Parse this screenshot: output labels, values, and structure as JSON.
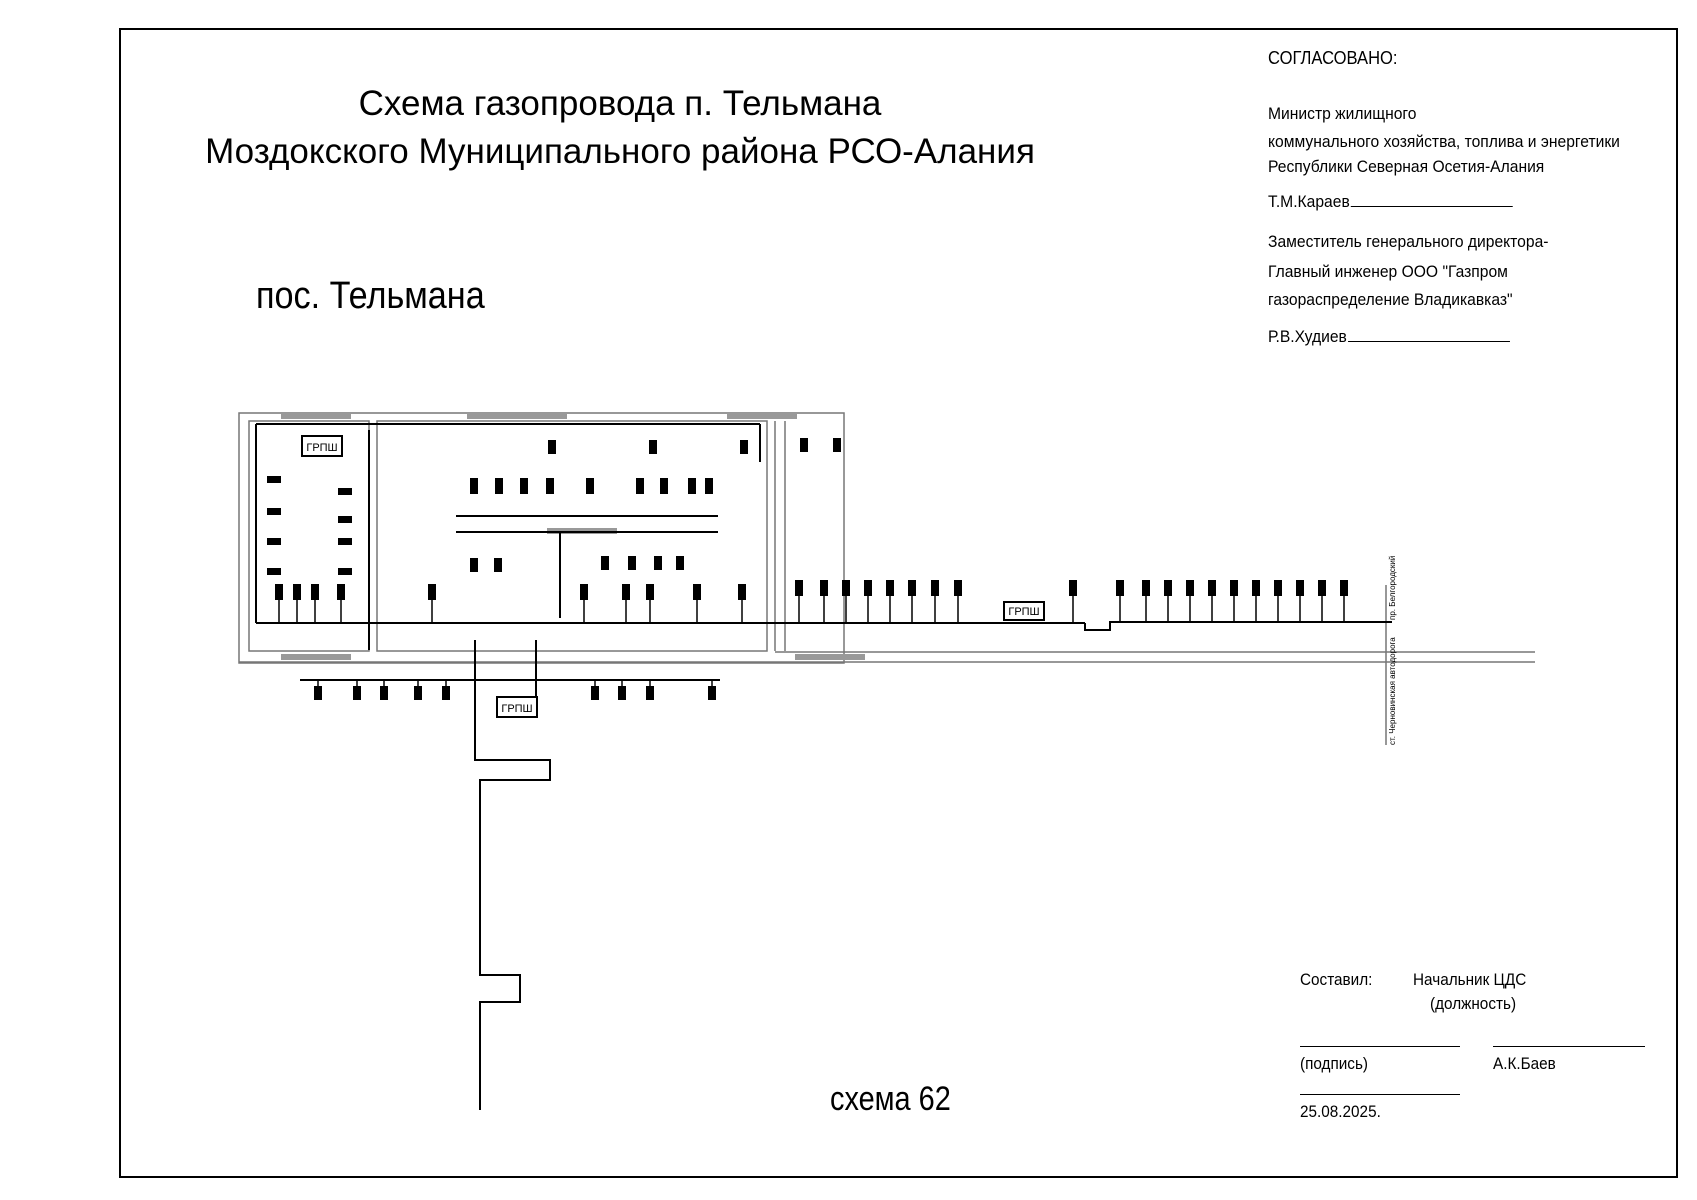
{
  "title": {
    "line1": "Схема газопровода п. Тельмана",
    "line2": "Моздокского Муниципального района РСО-Алания"
  },
  "settlement_label": "пос. Тельмана",
  "approval": {
    "header": "СОГЛАСОВАНО:",
    "block1": {
      "line1": "Министр жилищного",
      "line2": "коммунального  хозяйства, топлива и энергетики",
      "line3": "Республики Северная Осетия-Алания",
      "signer": "Т.М.Караев"
    },
    "block2": {
      "line1": "Заместитель генерального директора-",
      "line2": "Главный инженер  ООО \"Газпром",
      "line3": "газораспределение Владикавказ\"",
      "signer": "Р.В.Худиев"
    }
  },
  "stamp": {
    "compiled_label": "Составил:",
    "position": "Начальник ЦДС",
    "position_caption": "(должность)",
    "signature_caption": "(подпись)",
    "name": "А.К.Баев",
    "date": "25.08.2025."
  },
  "sheet_label": "схема 62",
  "diagram_labels": {
    "grp_1": "ГРПШ",
    "grp_2": "ГРПШ",
    "grp_3": "ГРПШ",
    "road_right_top": "пр. Белгородский",
    "road_right": "ст. Черновинская автодорога"
  },
  "colors": {
    "line": "#000000",
    "pipe": "#333333",
    "street": "#777777"
  }
}
